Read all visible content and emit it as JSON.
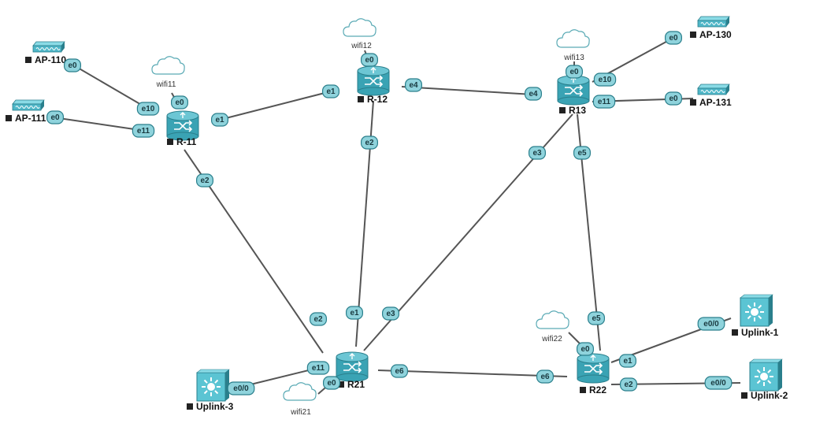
{
  "devices": [
    {
      "id": "R-11",
      "label": "R-11",
      "type": "router"
    },
    {
      "id": "R-12",
      "label": "R-12",
      "type": "router"
    },
    {
      "id": "R13",
      "label": "R13",
      "type": "router"
    },
    {
      "id": "R21",
      "label": "R21",
      "type": "router"
    },
    {
      "id": "R22",
      "label": "R22",
      "type": "router"
    },
    {
      "id": "AP-110",
      "label": "AP-110",
      "type": "access-point"
    },
    {
      "id": "AP-111",
      "label": "AP-111",
      "type": "access-point"
    },
    {
      "id": "AP-130",
      "label": "AP-130",
      "type": "access-point"
    },
    {
      "id": "AP-131",
      "label": "AP-131",
      "type": "access-point"
    },
    {
      "id": "Uplink-1",
      "label": "Uplink-1",
      "type": "switch"
    },
    {
      "id": "Uplink-2",
      "label": "Uplink-2",
      "type": "switch"
    },
    {
      "id": "Uplink-3",
      "label": "Uplink-3",
      "type": "switch"
    }
  ],
  "clouds": [
    {
      "id": "wifi11",
      "label": "wifi11"
    },
    {
      "id": "wifi12",
      "label": "wifi12"
    },
    {
      "id": "wifi13",
      "label": "wifi13"
    },
    {
      "id": "wifi21",
      "label": "wifi21"
    },
    {
      "id": "wifi22",
      "label": "wifi22"
    }
  ],
  "links": [
    {
      "from": "AP-110",
      "to": "R-11",
      "from_port": "e0",
      "to_port": "e10"
    },
    {
      "from": "AP-111",
      "to": "R-11",
      "from_port": "e0",
      "to_port": "e11"
    },
    {
      "from": "R-11",
      "to": "R-12",
      "from_port": "e1",
      "to_port": "e1"
    },
    {
      "from": "R-11",
      "to": "R21",
      "from_port": "e2",
      "to_port": "e2"
    },
    {
      "from": "R-12",
      "to": "R13",
      "from_port": "e4",
      "to_port": "e4"
    },
    {
      "from": "R-12",
      "to": "R21",
      "from_port": "e2",
      "to_port": "e1"
    },
    {
      "from": "R13",
      "to": "R21",
      "from_port": "e3",
      "to_port": "e3"
    },
    {
      "from": "R13",
      "to": "R22",
      "from_port": "e5",
      "to_port": "e5"
    },
    {
      "from": "R13",
      "to": "AP-130",
      "from_port": "e10",
      "to_port": "e0"
    },
    {
      "from": "R13",
      "to": "AP-131",
      "from_port": "e11",
      "to_port": "e0"
    },
    {
      "from": "R21",
      "to": "R22",
      "from_port": "e6",
      "to_port": "e6"
    },
    {
      "from": "R21",
      "to": "Uplink-3",
      "from_port": "e11",
      "to_port": "e0/0"
    },
    {
      "from": "R22",
      "to": "Uplink-1",
      "from_port": "e1",
      "to_port": "e0/0"
    },
    {
      "from": "R22",
      "to": "Uplink-2",
      "from_port": "e2",
      "to_port": "e0/0"
    },
    {
      "from": "wifi11",
      "to": "R-11",
      "from_port": "",
      "to_port": "e0"
    },
    {
      "from": "wifi12",
      "to": "R-12",
      "from_port": "",
      "to_port": "e0"
    },
    {
      "from": "wifi13",
      "to": "R13",
      "from_port": "",
      "to_port": "e0"
    },
    {
      "from": "wifi21",
      "to": "R21",
      "from_port": "",
      "to_port": "e0"
    },
    {
      "from": "wifi22",
      "to": "R22",
      "from_port": "",
      "to_port": "e0"
    }
  ],
  "colors": {
    "router_fill": "#3aa3b4",
    "router_dark": "#2a7f8c",
    "badge_fill": "#8fd3dc",
    "link": "#555555",
    "switch_fill": "#5bc4d3",
    "ap_fill": "#4fb7c8"
  }
}
